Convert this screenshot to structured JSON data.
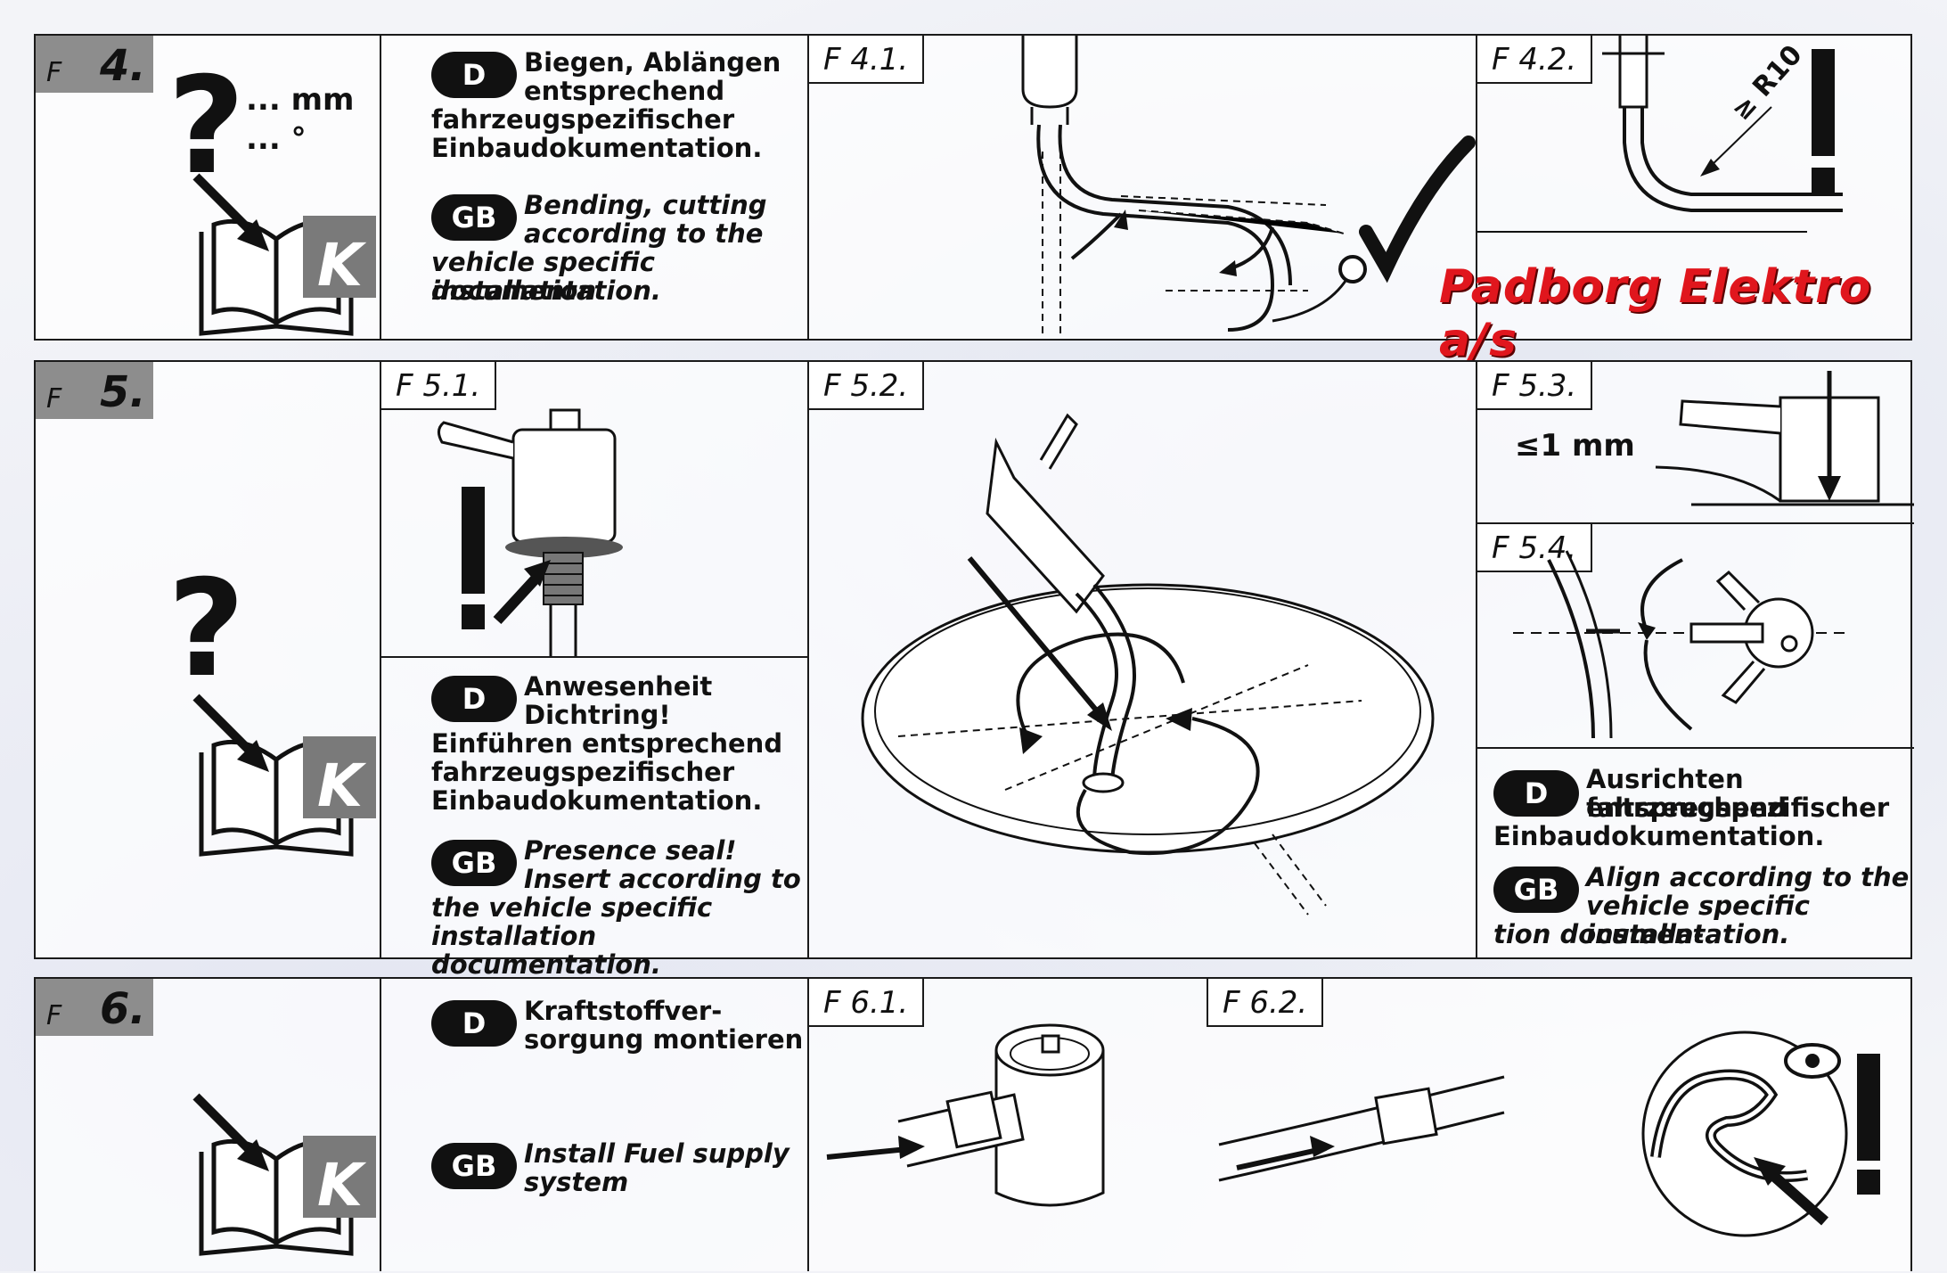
{
  "logo": "Padborg Elektro a/s",
  "labels": {
    "f": "F",
    "d": "D",
    "gb": "GB",
    "k": "K",
    "q": "?",
    "excl": "!"
  },
  "row4": {
    "num": "4.",
    "mm": "... mm",
    "deg": "... °",
    "d_text": "Biegen, Ablängen entsprechend fahrzeugspezifischer Einbaudokumentation.",
    "d_lines": [
      "Biegen, Ablängen",
      "entsprechend",
      "fahrzeugspezifischer",
      "Einbaudokumentation."
    ],
    "gb_lines": [
      "Bending, cutting",
      "according to the",
      "vehicle specific installation",
      "documentation."
    ],
    "f41": "F 4.1.",
    "f42": "F 4.2.",
    "r10": "≥ R10"
  },
  "row5": {
    "num": "5.",
    "f51": "F 5.1.",
    "f52": "F 5.2.",
    "f53": "F 5.3.",
    "f54": "F 5.4.",
    "le1mm": "≤1 mm",
    "d_lines": [
      "Anwesenheit",
      "Dichtring!",
      "Einführen entsprechend",
      "fahrzeugspezifischer",
      "Einbaudokumentation."
    ],
    "gb_lines": [
      "Presence seal!",
      "Insert according to",
      "the vehicle specific",
      "installation documentation."
    ],
    "d2_lines": [
      "Ausrichten entsprechend",
      "fahrzeugspezifischer",
      "Einbaudokumentation."
    ],
    "gb2_lines": [
      "Align according to the",
      "vehicle specific installa-",
      "tion documentation."
    ]
  },
  "row6": {
    "num": "6.",
    "f61": "F 6.1.",
    "f62": "F 6.2.",
    "d_lines": [
      "Kraftstoffver-",
      "sorgung montieren"
    ],
    "gb_lines": [
      "Install Fuel supply",
      "system"
    ]
  }
}
